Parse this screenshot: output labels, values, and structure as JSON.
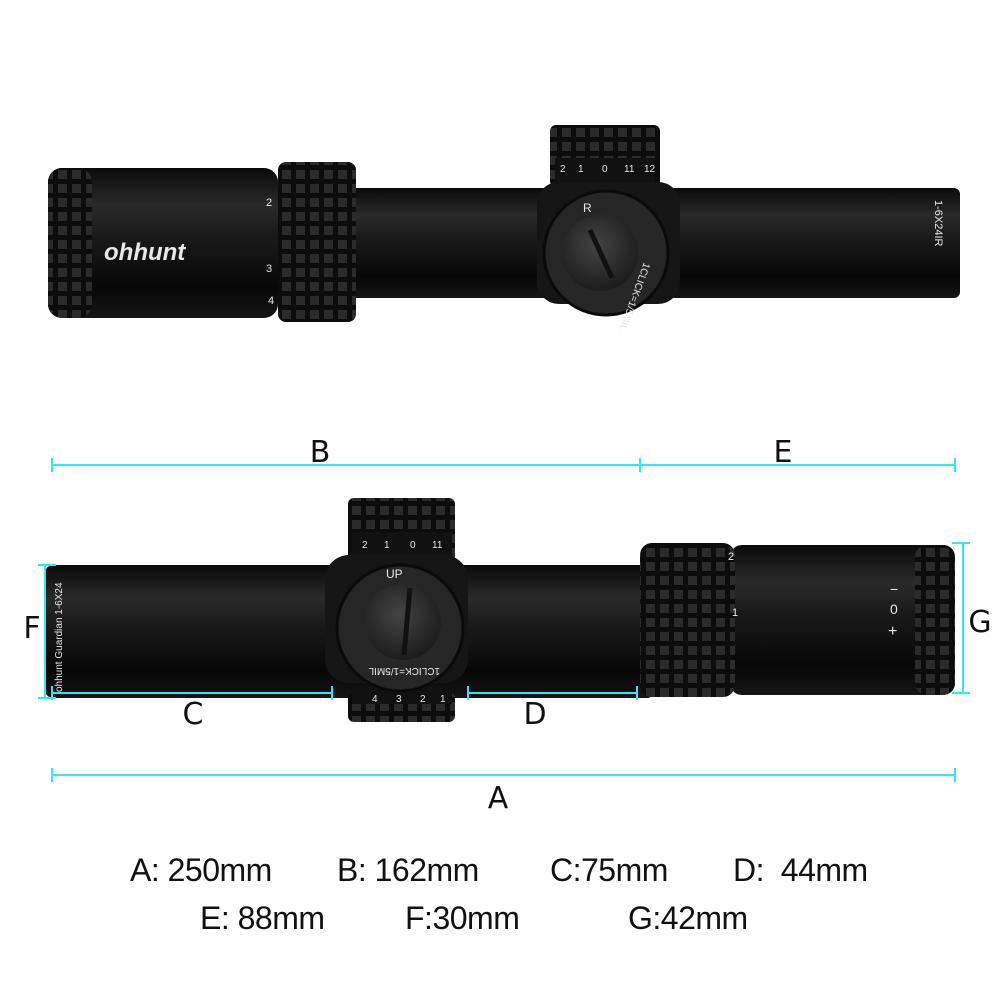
{
  "product": {
    "brand_label": "ohhunt",
    "model_label": "1-6X24IR",
    "side_label": "ohhunt Guardian 1-6X24",
    "windage_dial_letter": "R",
    "elevation_dial_letter": "UP",
    "click_value": "1CLICK=1/5MIL",
    "power_marks_top": [
      "2",
      "3",
      "4"
    ],
    "power_marks_bottom": [
      "2",
      "1"
    ],
    "turret_numbers_top": [
      "2",
      "1",
      "0",
      "11",
      "12"
    ],
    "turret_numbers_bottom": [
      "2",
      "1",
      "0",
      "11"
    ],
    "illum_numbers": [
      "4",
      "3",
      "2",
      "1"
    ],
    "diopter_marks": [
      "+",
      "0",
      "−"
    ]
  },
  "dimensions": {
    "line_color": "#2ee8f2",
    "labels": {
      "A": "A",
      "B": "B",
      "C": "C",
      "D": "D",
      "E": "E",
      "F": "F",
      "G": "G"
    }
  },
  "specs": [
    {
      "key": "A",
      "text": "A: 250mm"
    },
    {
      "key": "B",
      "text": "B: 162mm"
    },
    {
      "key": "C",
      "text": "C:75mm"
    },
    {
      "key": "D",
      "text": "D:  44mm"
    },
    {
      "key": "E",
      "text": "E: 88mm"
    },
    {
      "key": "F",
      "text": "F:30mm"
    },
    {
      "key": "G",
      "text": "G:42mm"
    }
  ]
}
